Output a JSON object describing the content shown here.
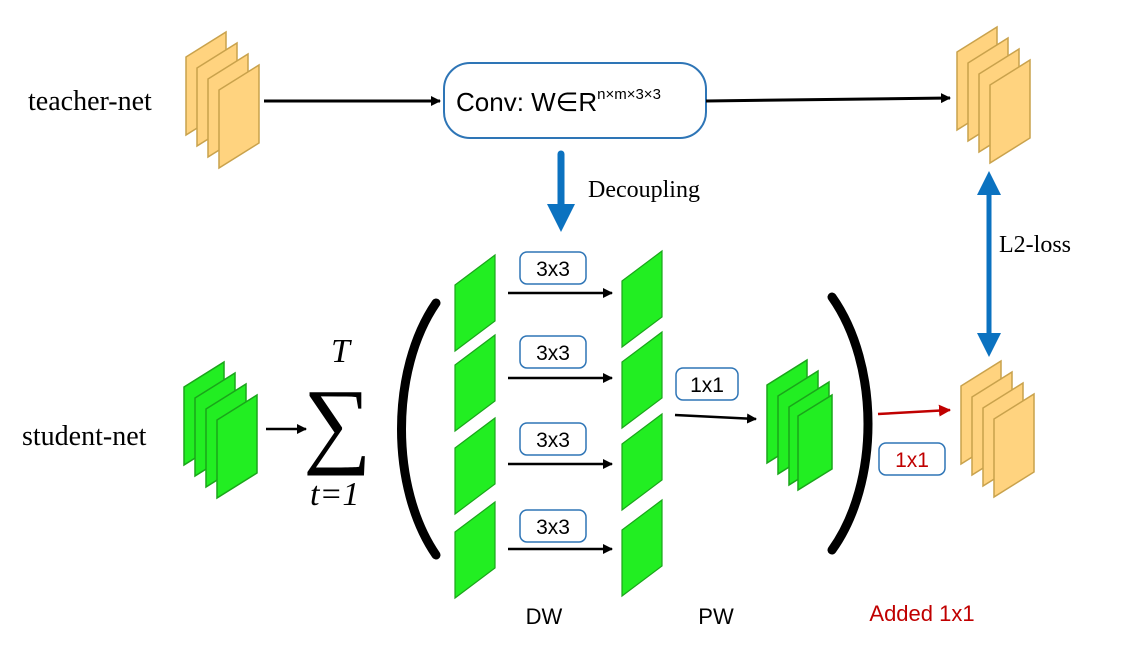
{
  "labels": {
    "teacher": "teacher-net",
    "student": "student-net",
    "conv_prefix": "Conv: W∈R",
    "conv_superscript": "n×m×3×3",
    "decoupling": "Decoupling",
    "l2loss": "L2-loss",
    "sum_upper": "T",
    "sum_lower": "t=1",
    "sum_symbol": "∑",
    "dw_kernel": "3x3",
    "pw_kernel": "1x1",
    "added_kernel": "1x1",
    "dw": "DW",
    "pw": "PW",
    "added": "Added 1x1"
  },
  "colors": {
    "teacher_fill": "#FFD37F",
    "teacher_stroke": "#C9A24C",
    "student_fill": "#22EE22",
    "student_stroke": "#1AA51A",
    "arrow_black": "#000000",
    "arrow_blue": "#0B72C0",
    "added_red": "#C00000",
    "box_stroke": "#2E75B6"
  }
}
